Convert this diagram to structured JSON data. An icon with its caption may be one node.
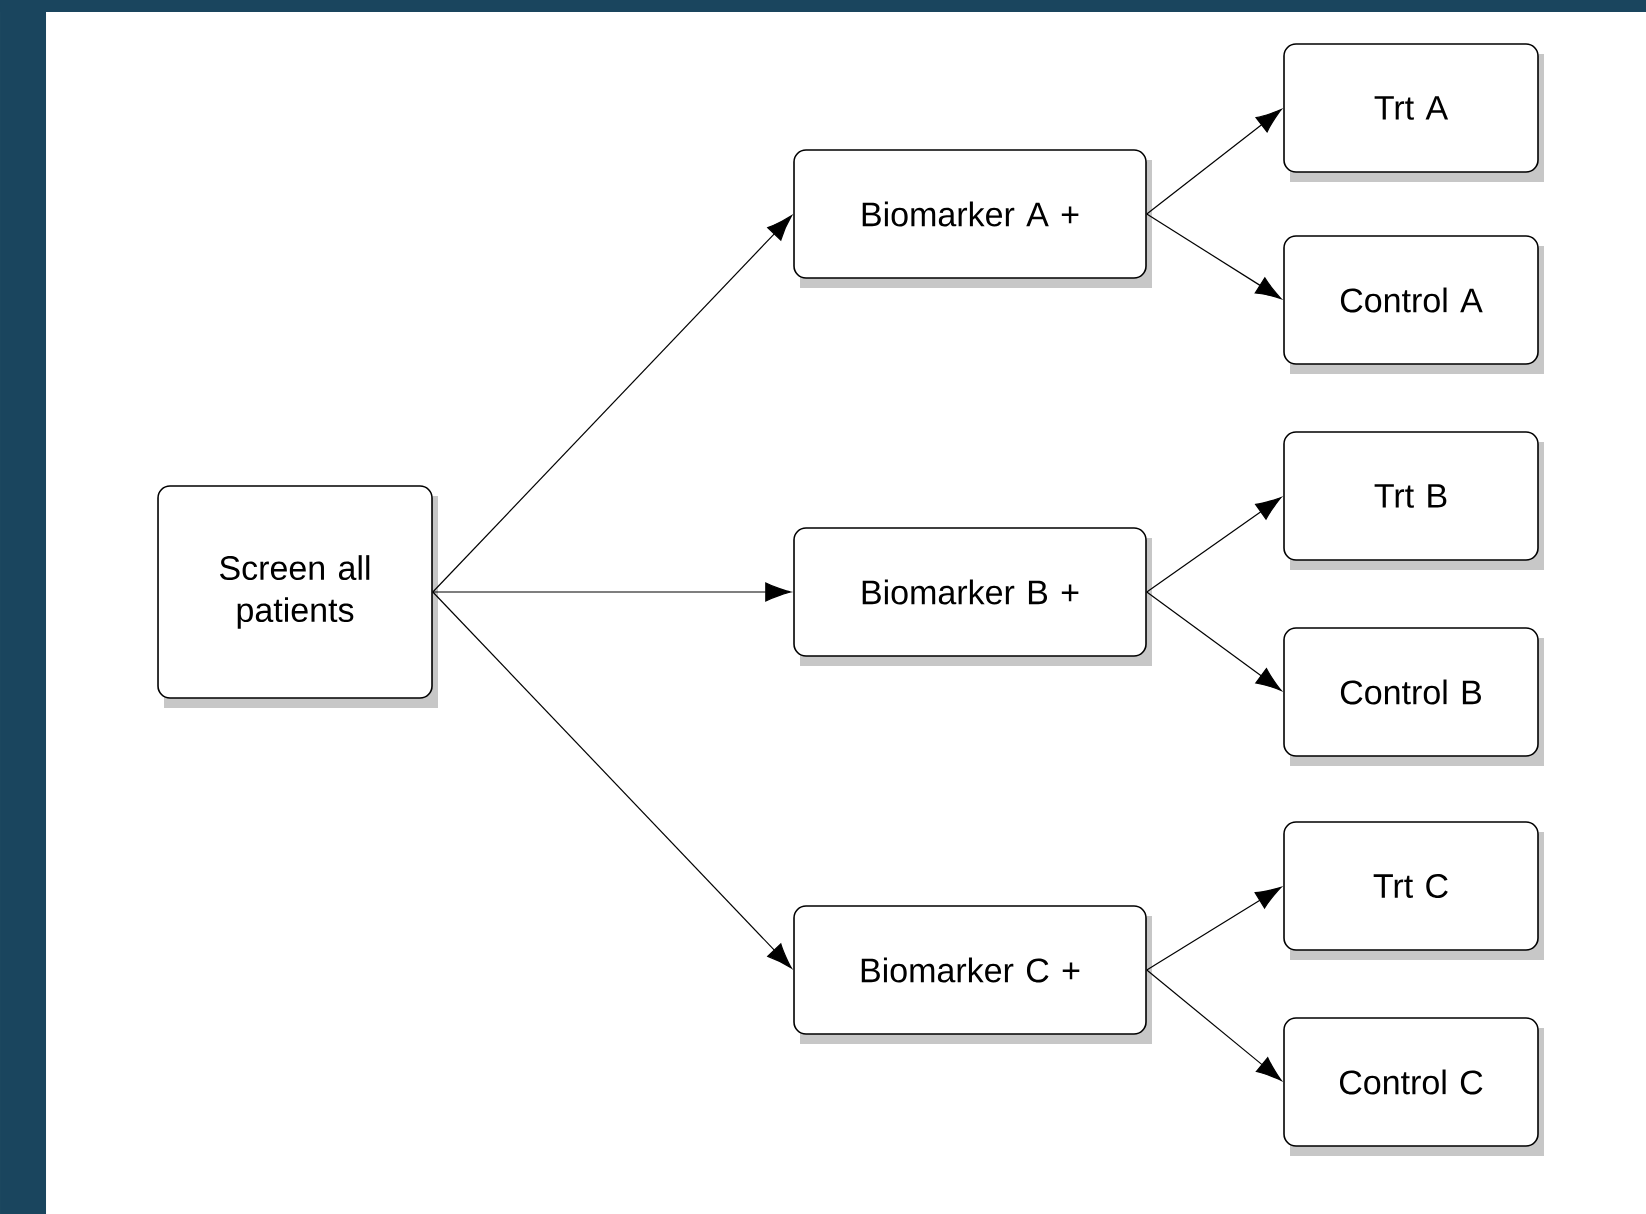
{
  "diagram": {
    "nodes": [
      {
        "text": [
          "Screen all patients"
        ]
      },
      {
        "text": [
          "Biomarker A +"
        ]
      },
      {
        "text": [
          "Trt A"
        ]
      },
      {
        "text": [
          "Control A"
        ]
      },
      {
        "text": [
          "Biomarker B +"
        ]
      },
      {
        "text": [
          "Trt B"
        ]
      },
      {
        "text": [
          "Control B"
        ]
      },
      {
        "text": [
          "Biomarker C +"
        ]
      },
      {
        "text": [
          "Trt C"
        ]
      },
      {
        "text": [
          "Control C"
        ]
      }
    ],
    "edges": [
      {
        "from": 0,
        "to": 1,
        "arrow": "to"
      },
      {
        "from": 0,
        "to": 4,
        "arrow": "to"
      },
      {
        "from": 0,
        "to": 7,
        "arrow": "to"
      },
      {
        "from": 1,
        "to": 2,
        "arrow": "to"
      },
      {
        "from": 1,
        "to": 3,
        "arrow": "to"
      },
      {
        "from": 4,
        "to": 5,
        "arrow": "to"
      },
      {
        "from": 4,
        "to": 6,
        "arrow": "to"
      },
      {
        "from": 7,
        "to": 8,
        "arrow": "to"
      },
      {
        "from": 7,
        "to": 9,
        "arrow": "to"
      }
    ]
  }
}
